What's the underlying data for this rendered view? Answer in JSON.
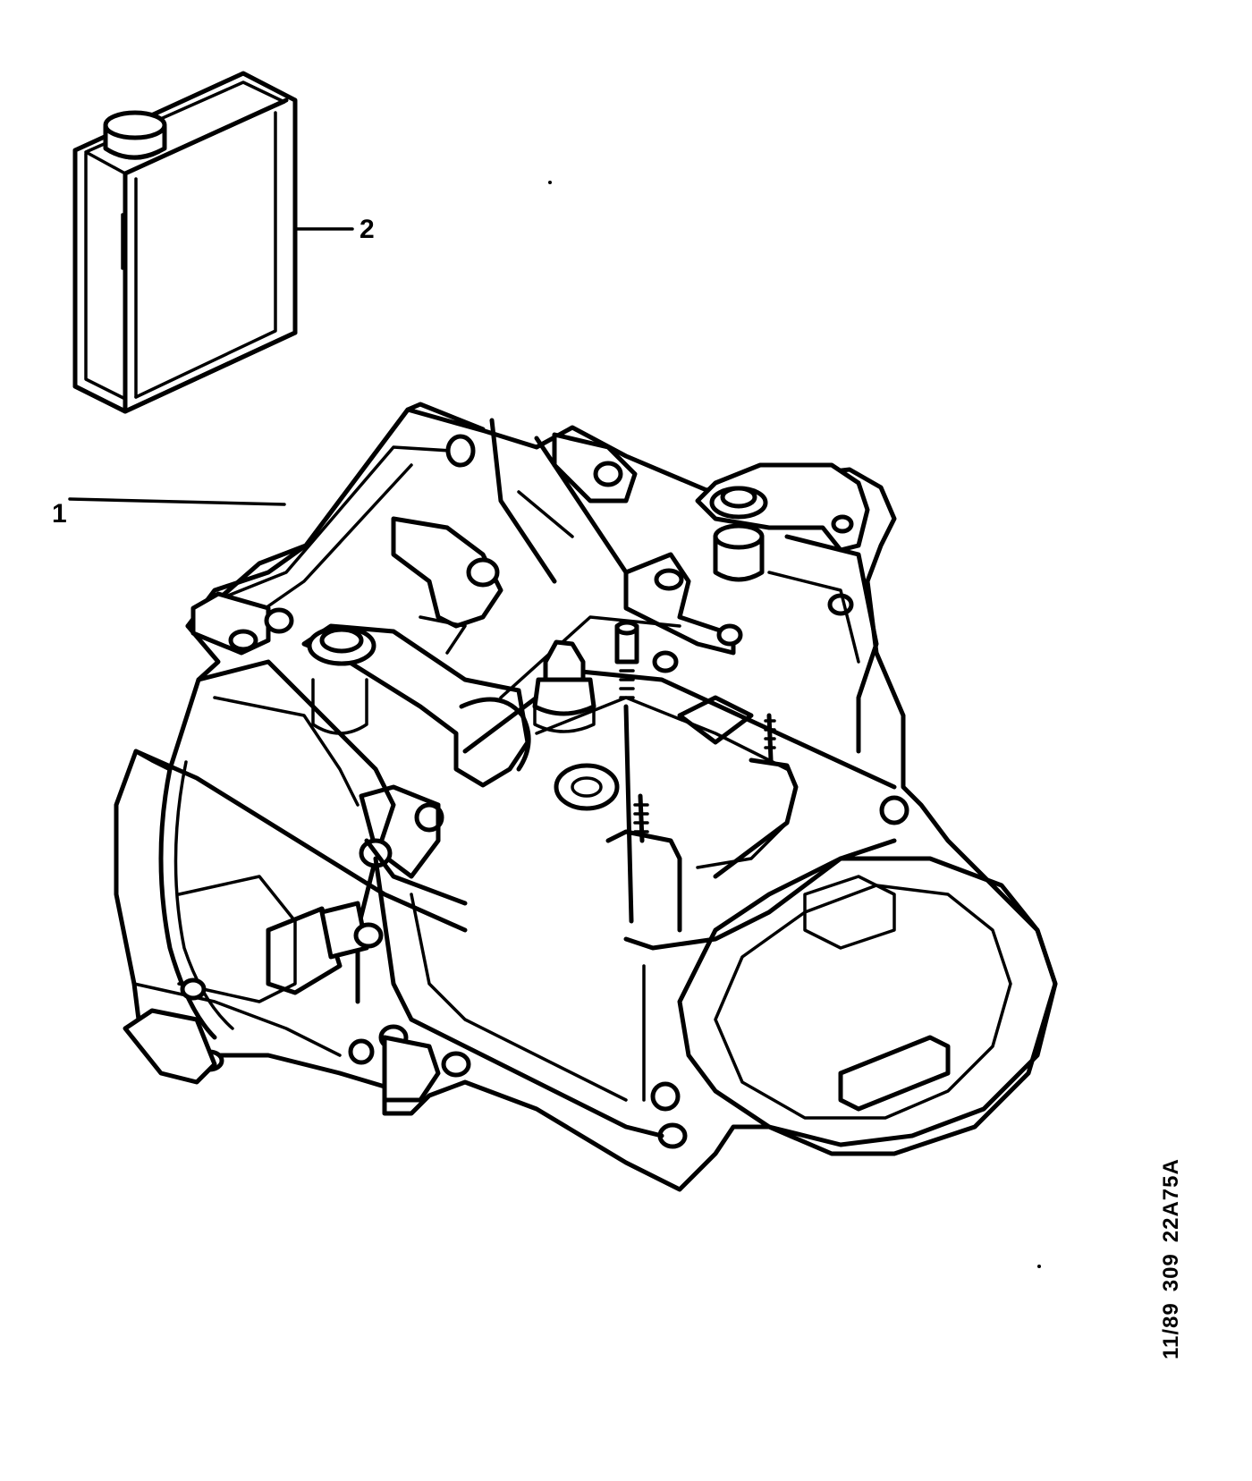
{
  "callouts": {
    "gearbox": "1",
    "oil_can": "2"
  },
  "reference": {
    "date": "11/89",
    "model": "309",
    "code": "22A75A"
  }
}
